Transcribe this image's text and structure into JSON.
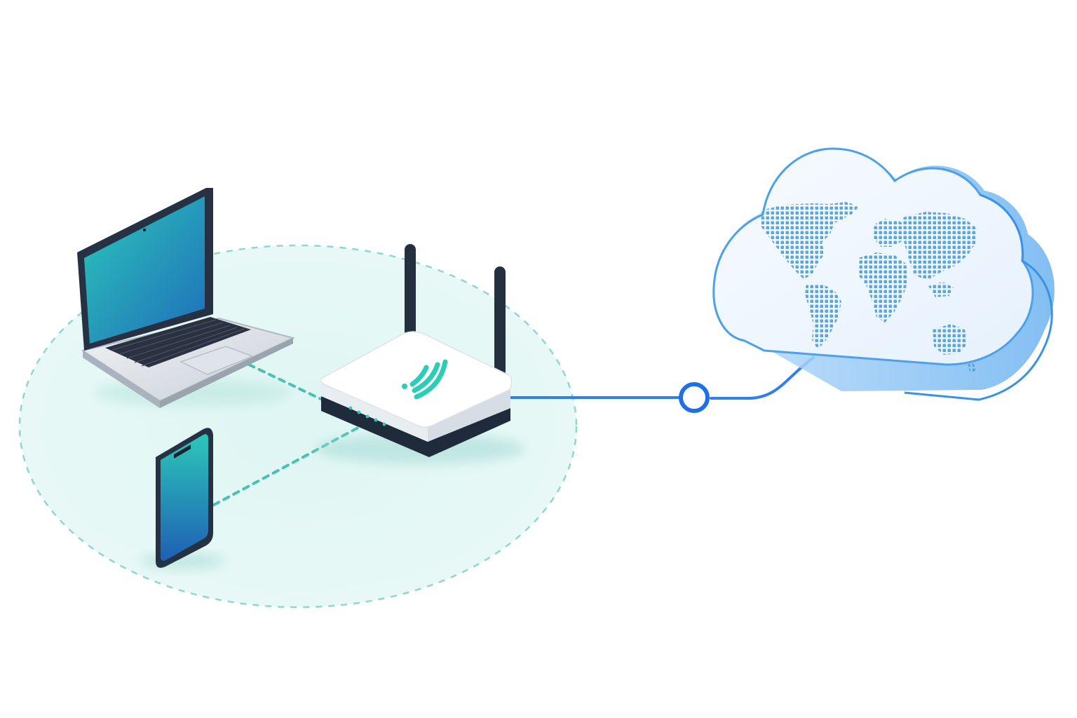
{
  "diagram": {
    "nodes": [
      {
        "id": "laptop",
        "icon": "laptop-icon"
      },
      {
        "id": "phone",
        "icon": "smartphone-icon"
      },
      {
        "id": "router",
        "icon": "wifi-router-icon"
      },
      {
        "id": "cloud",
        "icon": "cloud-world-map-icon"
      }
    ],
    "connections": [
      {
        "from": "laptop",
        "to": "router",
        "kind": "wireless",
        "style": "dashed"
      },
      {
        "from": "phone",
        "to": "router",
        "kind": "wireless",
        "style": "dashed"
      },
      {
        "from": "router",
        "to": "cloud",
        "kind": "wired",
        "style": "solid"
      }
    ],
    "colors": {
      "wifi_zone_fill": "#e6f8f6",
      "wifi_zone_stroke": "#8fd7cf",
      "wireless_link": "#48c1b2",
      "wan_link": "#2f7ff0",
      "cloud_fill": "#eef6ff",
      "cloud_stroke": "#6fb1ef",
      "cloud_shadow": "#9fcbf5",
      "router_body": "#ffffff",
      "router_base": "#1f2a3a",
      "router_signal": "#2ccdb7",
      "screen_gradient_start": "#2cc7b9",
      "screen_gradient_end": "#1f6dbb",
      "device_frame": "#263244",
      "laptop_body": "#cfd6dd",
      "map_dots": "#5ca6de"
    }
  }
}
